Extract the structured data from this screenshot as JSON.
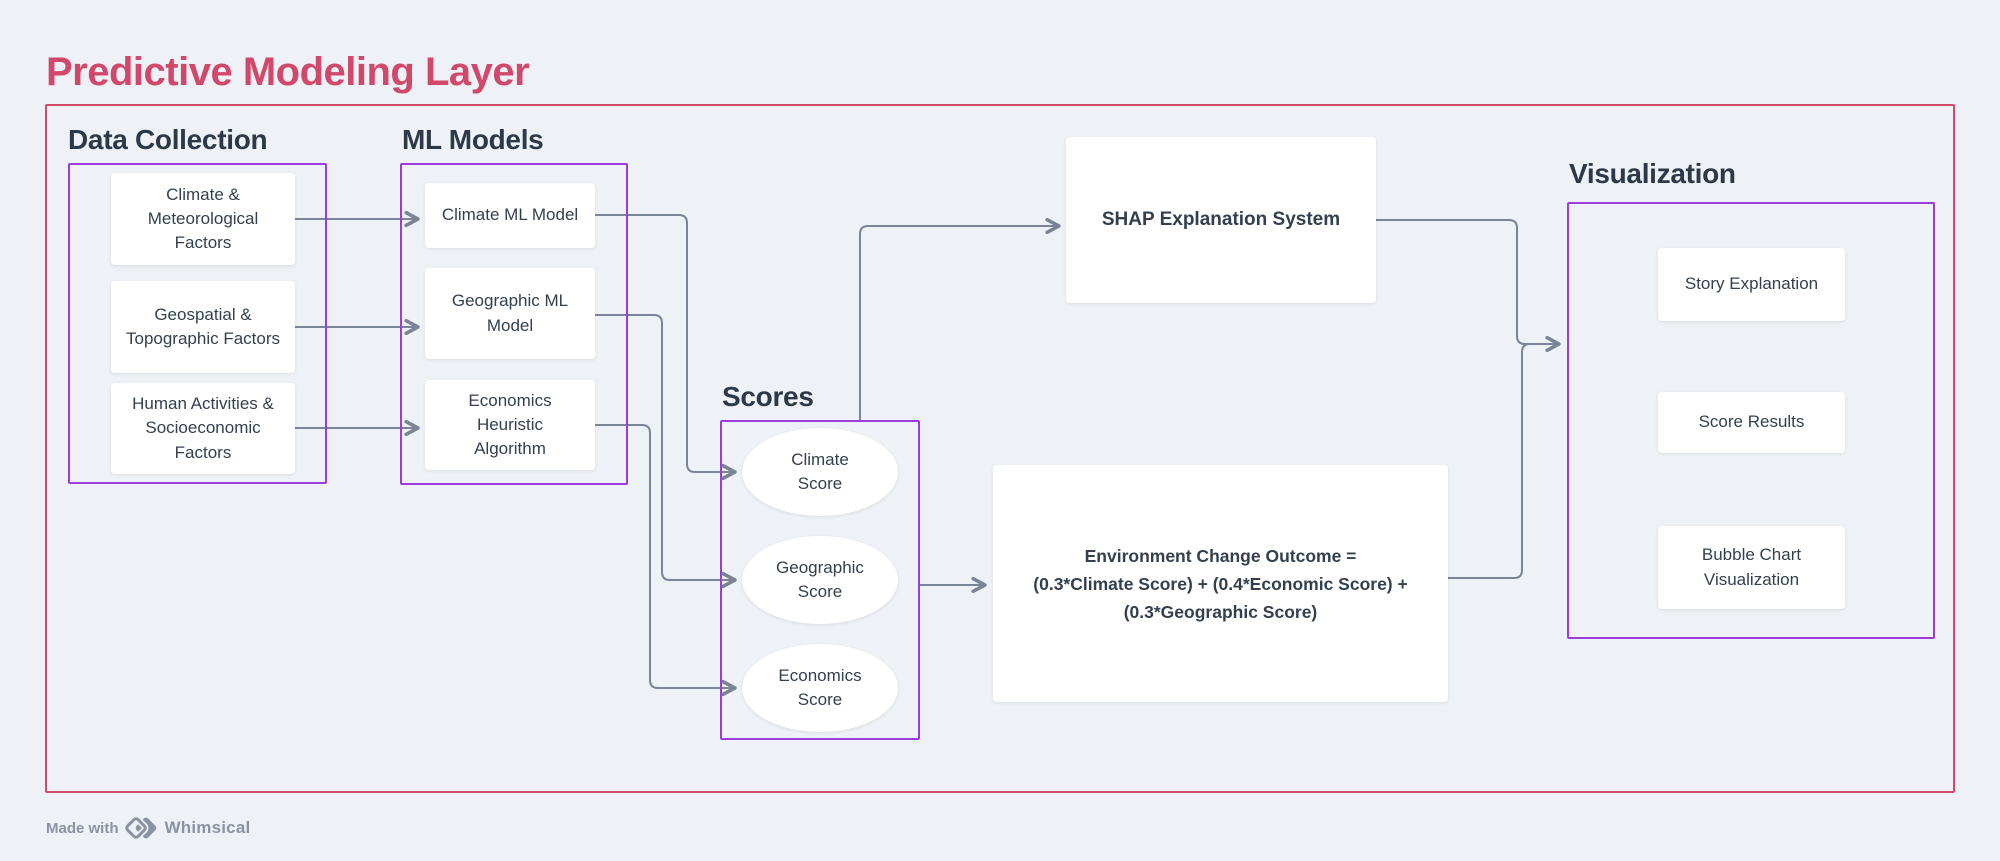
{
  "title": "Predictive Modeling Layer",
  "colors": {
    "accent_red": "#d2496b",
    "group_purple": "#9d3bdc",
    "connector_gray": "#7b8496",
    "heading_dark": "#2d3948",
    "node_text": "#34404f",
    "node_bg": "#ffffff",
    "canvas_bg": "#eef1f5",
    "footer_gray": "#8a92a4"
  },
  "groups": {
    "data_collection": {
      "label": "Data Collection",
      "items": [
        "Climate & Meteorological Factors",
        "Geospatial & Topographic Factors",
        "Human Activities & Socioeconomic Factors"
      ]
    },
    "ml_models": {
      "label": "ML Models",
      "items": [
        "Climate ML Model",
        "Geographic ML Model",
        "Economics Heuristic Algorithm"
      ]
    },
    "scores": {
      "label": "Scores",
      "items": [
        "Climate Score",
        "Geographic Score",
        "Economics Score"
      ]
    },
    "visualization": {
      "label": "Visualization",
      "items": [
        "Story Explanation",
        "Score Results",
        "Bubble Chart Visualization"
      ]
    }
  },
  "nodes": {
    "shap": {
      "label": "SHAP Explanation System"
    },
    "formula": {
      "line1": "Environment Change Outcome =",
      "line2": "(0.3*Climate Score) + (0.4*Economic Score) +",
      "line3": "(0.3*Geographic Score)"
    }
  },
  "footer": {
    "made_with": "Made with",
    "brand": "Whimsical",
    "logo_icon": "whimsical-diamonds-icon"
  }
}
